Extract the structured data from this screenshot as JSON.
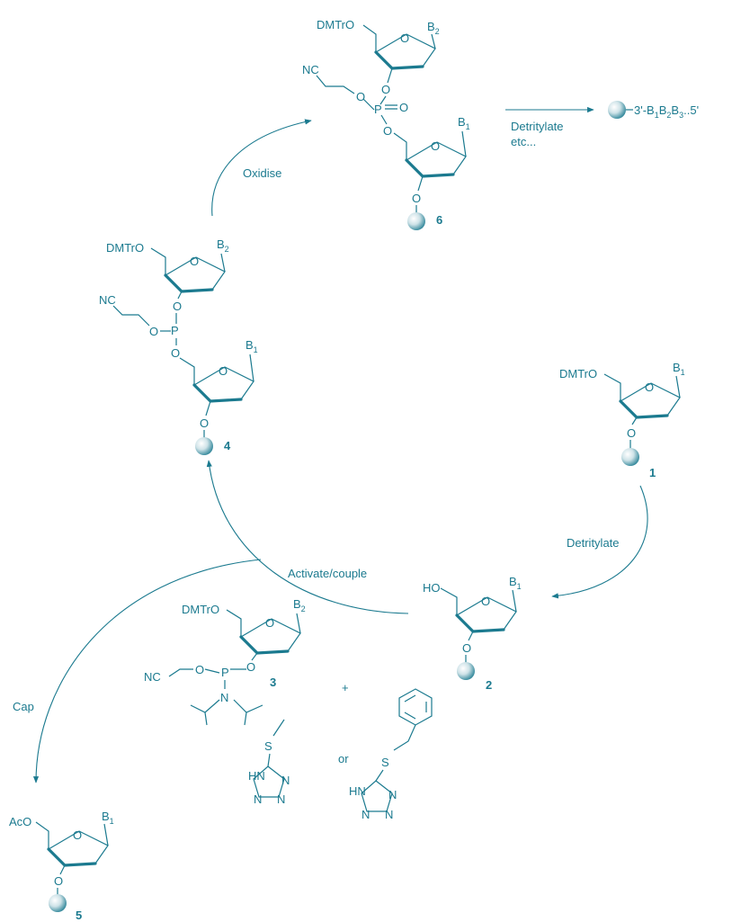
{
  "colors": {
    "ink": "#1b7a8f",
    "background": "#ffffff",
    "bead_light": "#ffffff",
    "bead_dark": "#1b7a8f"
  },
  "labels": {
    "dmtro": "DMTrO",
    "ho": "HO",
    "aco": "AcO",
    "o": "O",
    "p": "P",
    "n": "N",
    "nc": "NC",
    "s": "S",
    "hn": "HN",
    "b": "B",
    "sub1": "1",
    "sub2": "2",
    "sub3": "3",
    "plus": "+",
    "or": "or"
  },
  "compounds": {
    "c1": "1",
    "c2": "2",
    "c3": "3",
    "c4": "4",
    "c5": "5",
    "c6": "6"
  },
  "steps": {
    "detritylate": "Detritylate",
    "activate_couple": "Activate/couple",
    "oxidise": "Oxidise",
    "cap": "Cap",
    "detritylate_etc_1": "Detritylate",
    "detritylate_etc_2": "etc..."
  },
  "product": {
    "prefix": "3'-B",
    "s1": "1",
    "mid1": "B",
    "s2": "2",
    "mid2": "B",
    "s3": "3",
    "suffix": "..5'"
  }
}
